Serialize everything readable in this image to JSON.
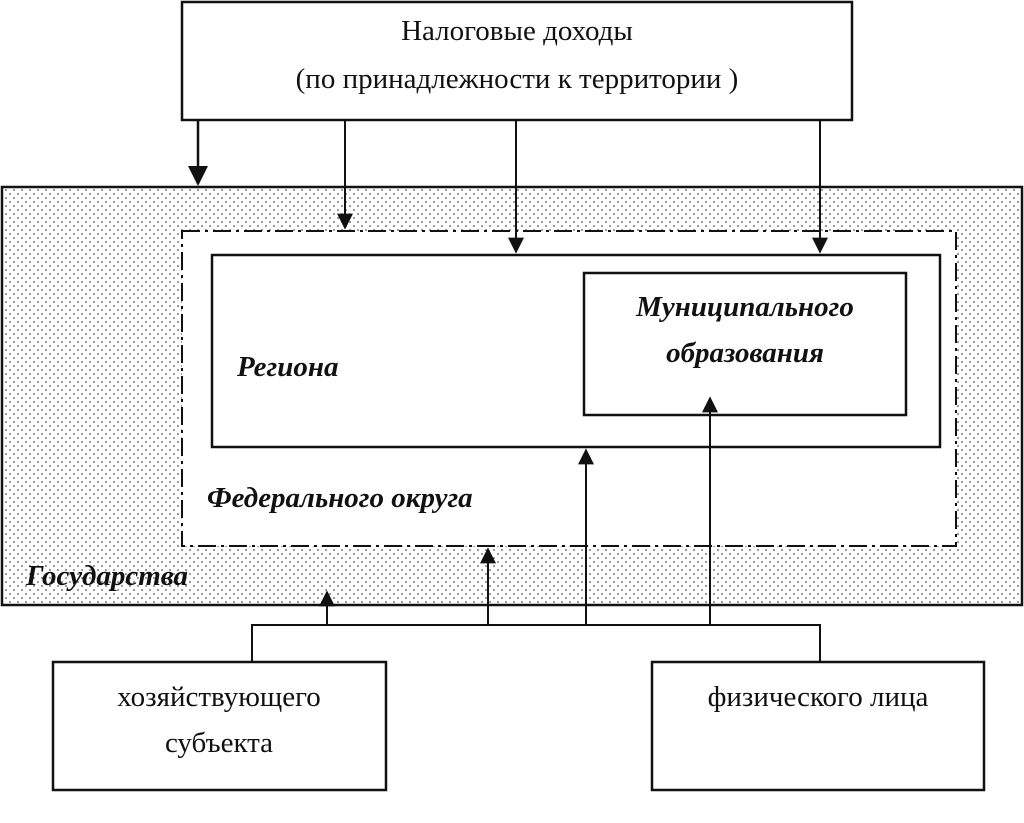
{
  "top_box": {
    "line1": "Налоговые доходы",
    "line2": "(по принадлежности к территории )"
  },
  "state_label": "Государства",
  "federal_district_label": "Федерального округа",
  "region_label": "Региона",
  "municipal_box": {
    "line1": "Муниципального",
    "line2": "образования"
  },
  "entity_box": {
    "line1": "хозяйствующего",
    "line2": "субъекта"
  },
  "individual_box": {
    "line1": "физического лица"
  },
  "colors": {
    "line": "#111111",
    "dots": "#555555",
    "background": "#ffffff"
  }
}
